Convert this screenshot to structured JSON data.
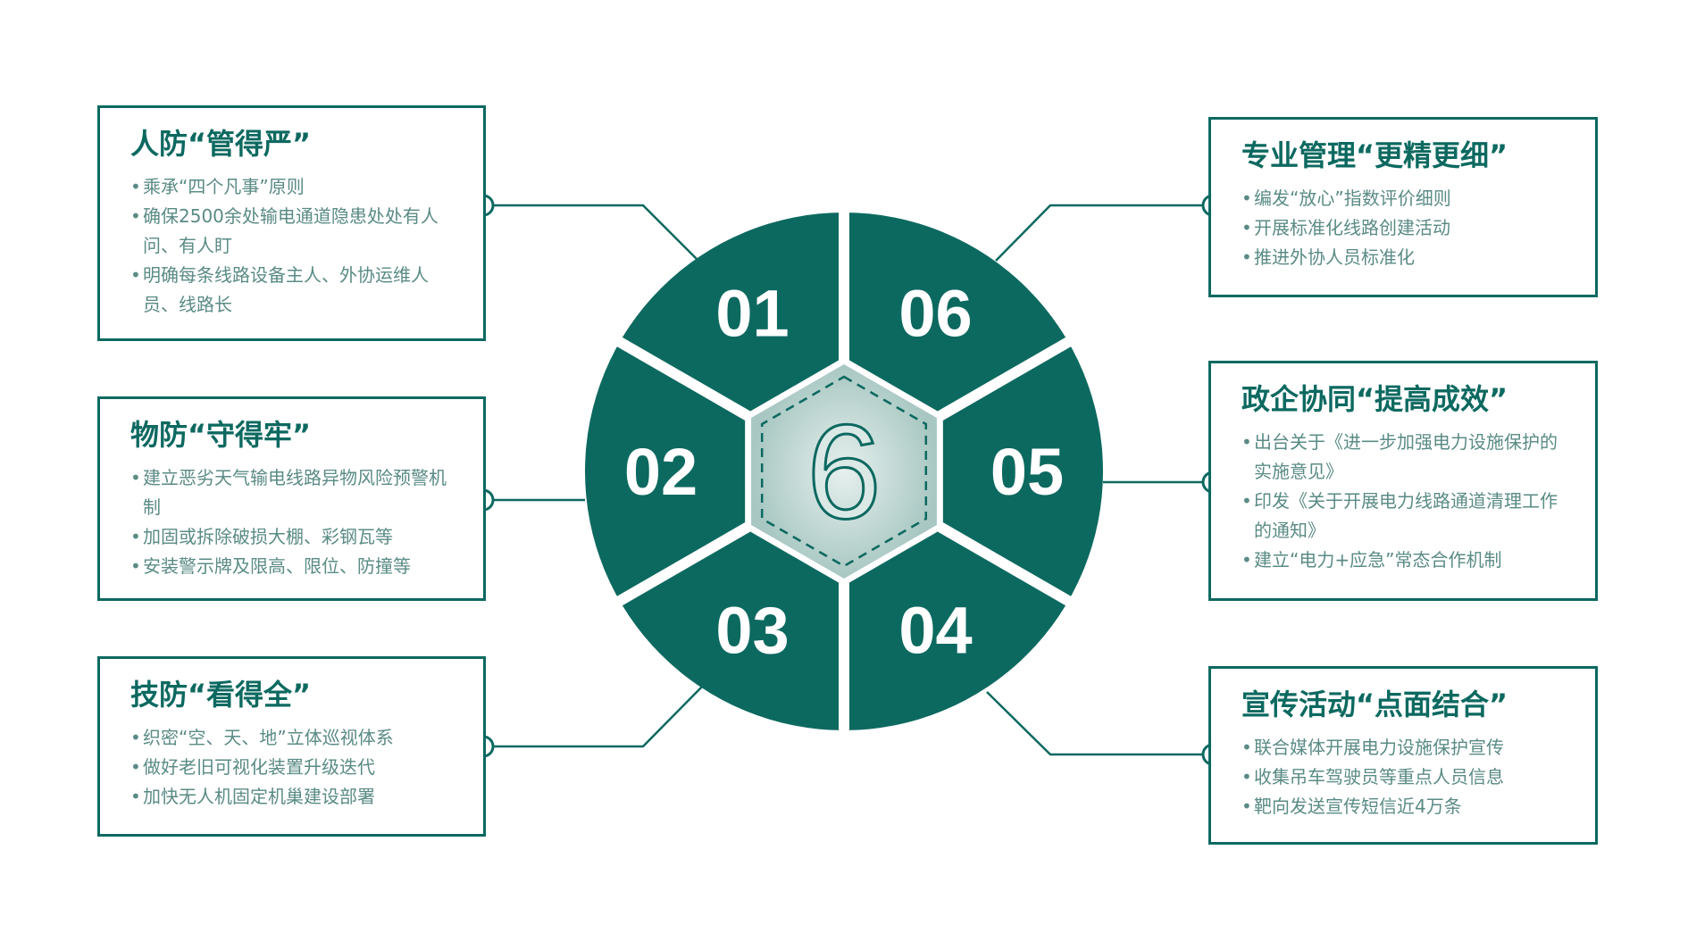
{
  "colors": {
    "primary": "#0c6960",
    "text": "#5a8b85",
    "center_light": "#e6f0ee",
    "center_dark": "#a8c7c2"
  },
  "center": {
    "label": "6"
  },
  "segments": [
    "01",
    "02",
    "03",
    "04",
    "05",
    "06"
  ],
  "boxes": [
    {
      "title": "人防“管得严”",
      "items": [
        "乘承“四个凡事”原则",
        "确保2500余处输电通道隐患处处有人问、有人盯",
        "明确每条线路设备主人、外协运维人员、线路长"
      ]
    },
    {
      "title": "物防“守得牢”",
      "items": [
        "建立恶劣天气输电线路异物风险预警机制",
        "加固或拆除破损大棚、彩钢瓦等",
        "安装警示牌及限高、限位、防撞等"
      ]
    },
    {
      "title": "技防“看得全”",
      "items": [
        "织密“空、天、地”立体巡视体系",
        "做好老旧可视化装置升级迭代",
        "加快无人机固定机巢建设部署"
      ]
    },
    {
      "title": "宣传活动“点面结合”",
      "items": [
        "联合媒体开展电力设施保护宣传",
        "收集吊车驾驶员等重点人员信息",
        "靶向发送宣传短信近4万条"
      ]
    },
    {
      "title": "政企协同“提高成效”",
      "items": [
        "出台关于《进一步加强电力设施保护的实施意见》",
        "印发《关于开展电力线路通道清理工作的通知》",
        "建立“电力+应急”常态合作机制"
      ]
    },
    {
      "title": "专业管理“更精更细”",
      "items": [
        "编发“放心”指数评价细则",
        "开展标准化线路创建活动",
        "推进外协人员标准化"
      ]
    }
  ]
}
